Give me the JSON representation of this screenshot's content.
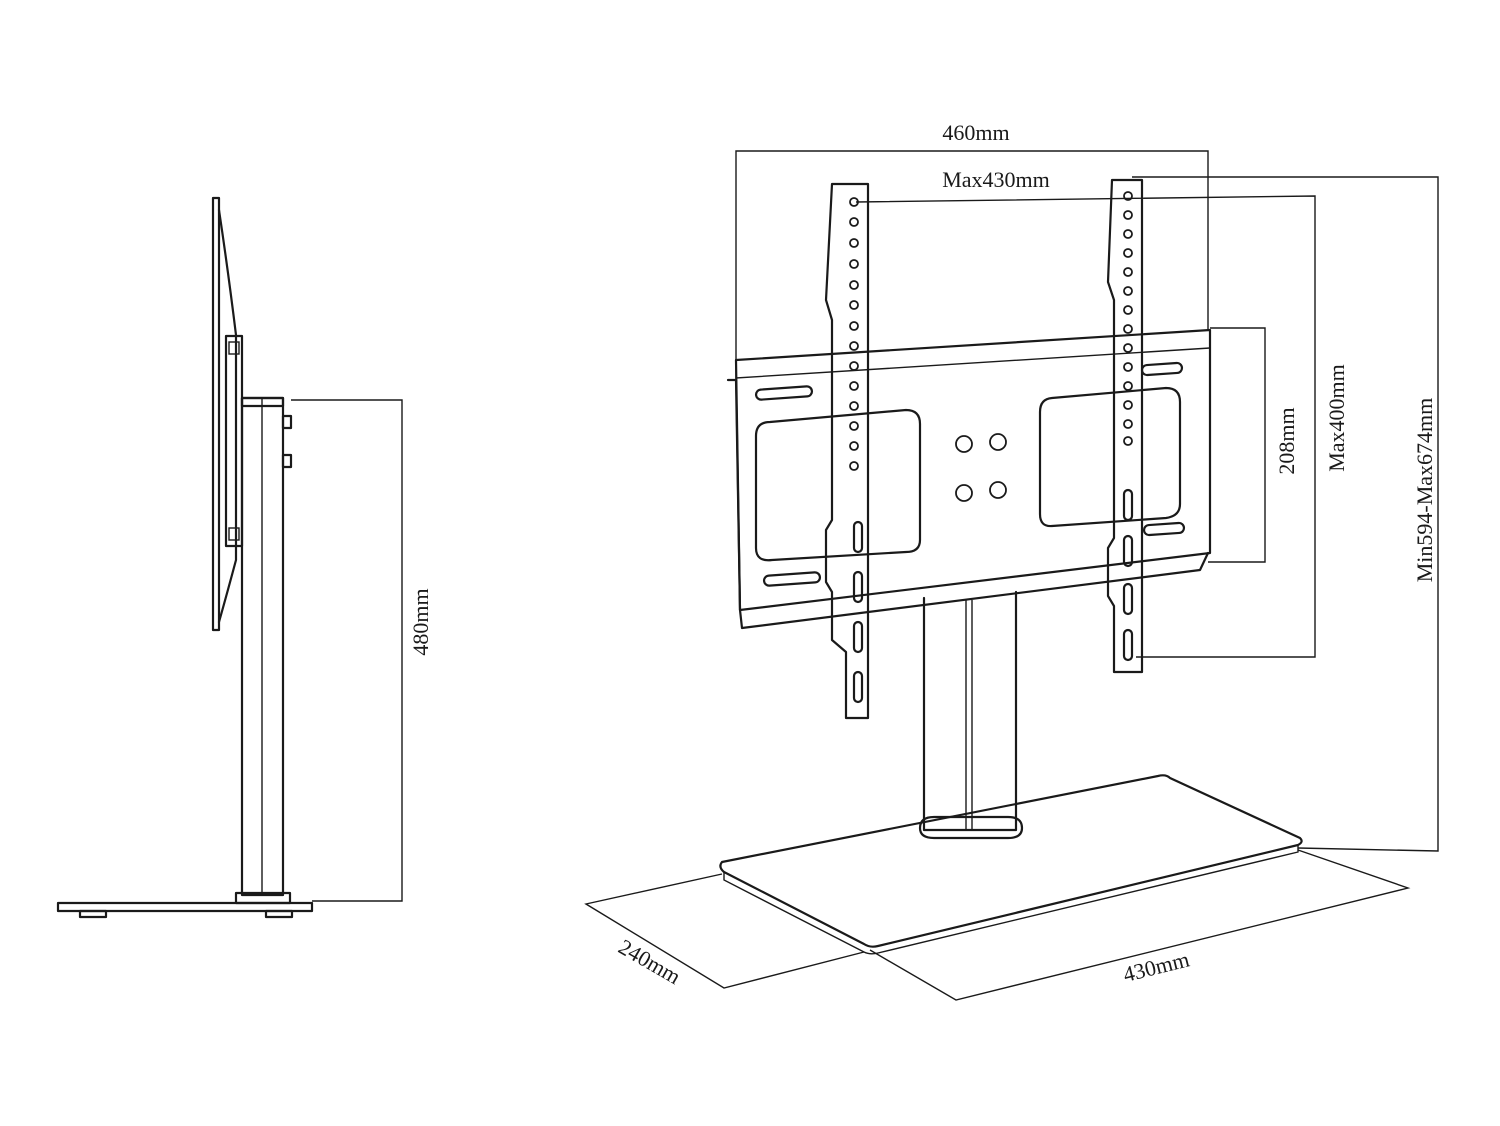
{
  "dimensions": {
    "height_side": "480mm",
    "overall_width": "460mm",
    "max_vesa_width": "Max430mm",
    "bracket_height": "208mm",
    "max_vesa_height": "Max400mm",
    "total_height": "Min594-Max674mm",
    "base_depth": "240mm",
    "base_width": "430mm"
  },
  "colors": {
    "line": "#1a1a1a",
    "background": "#ffffff"
  }
}
